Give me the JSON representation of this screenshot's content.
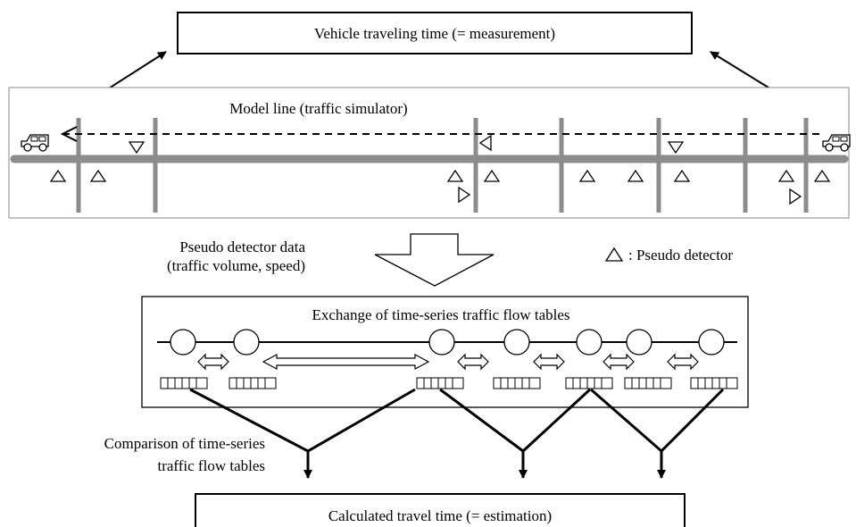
{
  "measurement_box": {
    "label": "Vehicle traveling time (= measurement)"
  },
  "model_line": {
    "label": "Model line (traffic simulator)"
  },
  "pseudo_data": {
    "line1": "Pseudo detector data",
    "line2": "(traffic volume, speed)"
  },
  "legend": {
    "symbol": "△",
    "label": ": Pseudo detector"
  },
  "exchange_box": {
    "label": "Exchange of time-series traffic flow tables"
  },
  "comparison": {
    "line1": "Comparison of time-series",
    "line2": "traffic flow tables"
  },
  "estimation_box": {
    "label": "Calculated travel time (= estimation)"
  },
  "icons": [
    "car-icon",
    "pseudo-detector-icon",
    "traffic-flow-table-icon",
    "bidirectional-arrow-icon",
    "down-block-arrow-icon"
  ]
}
